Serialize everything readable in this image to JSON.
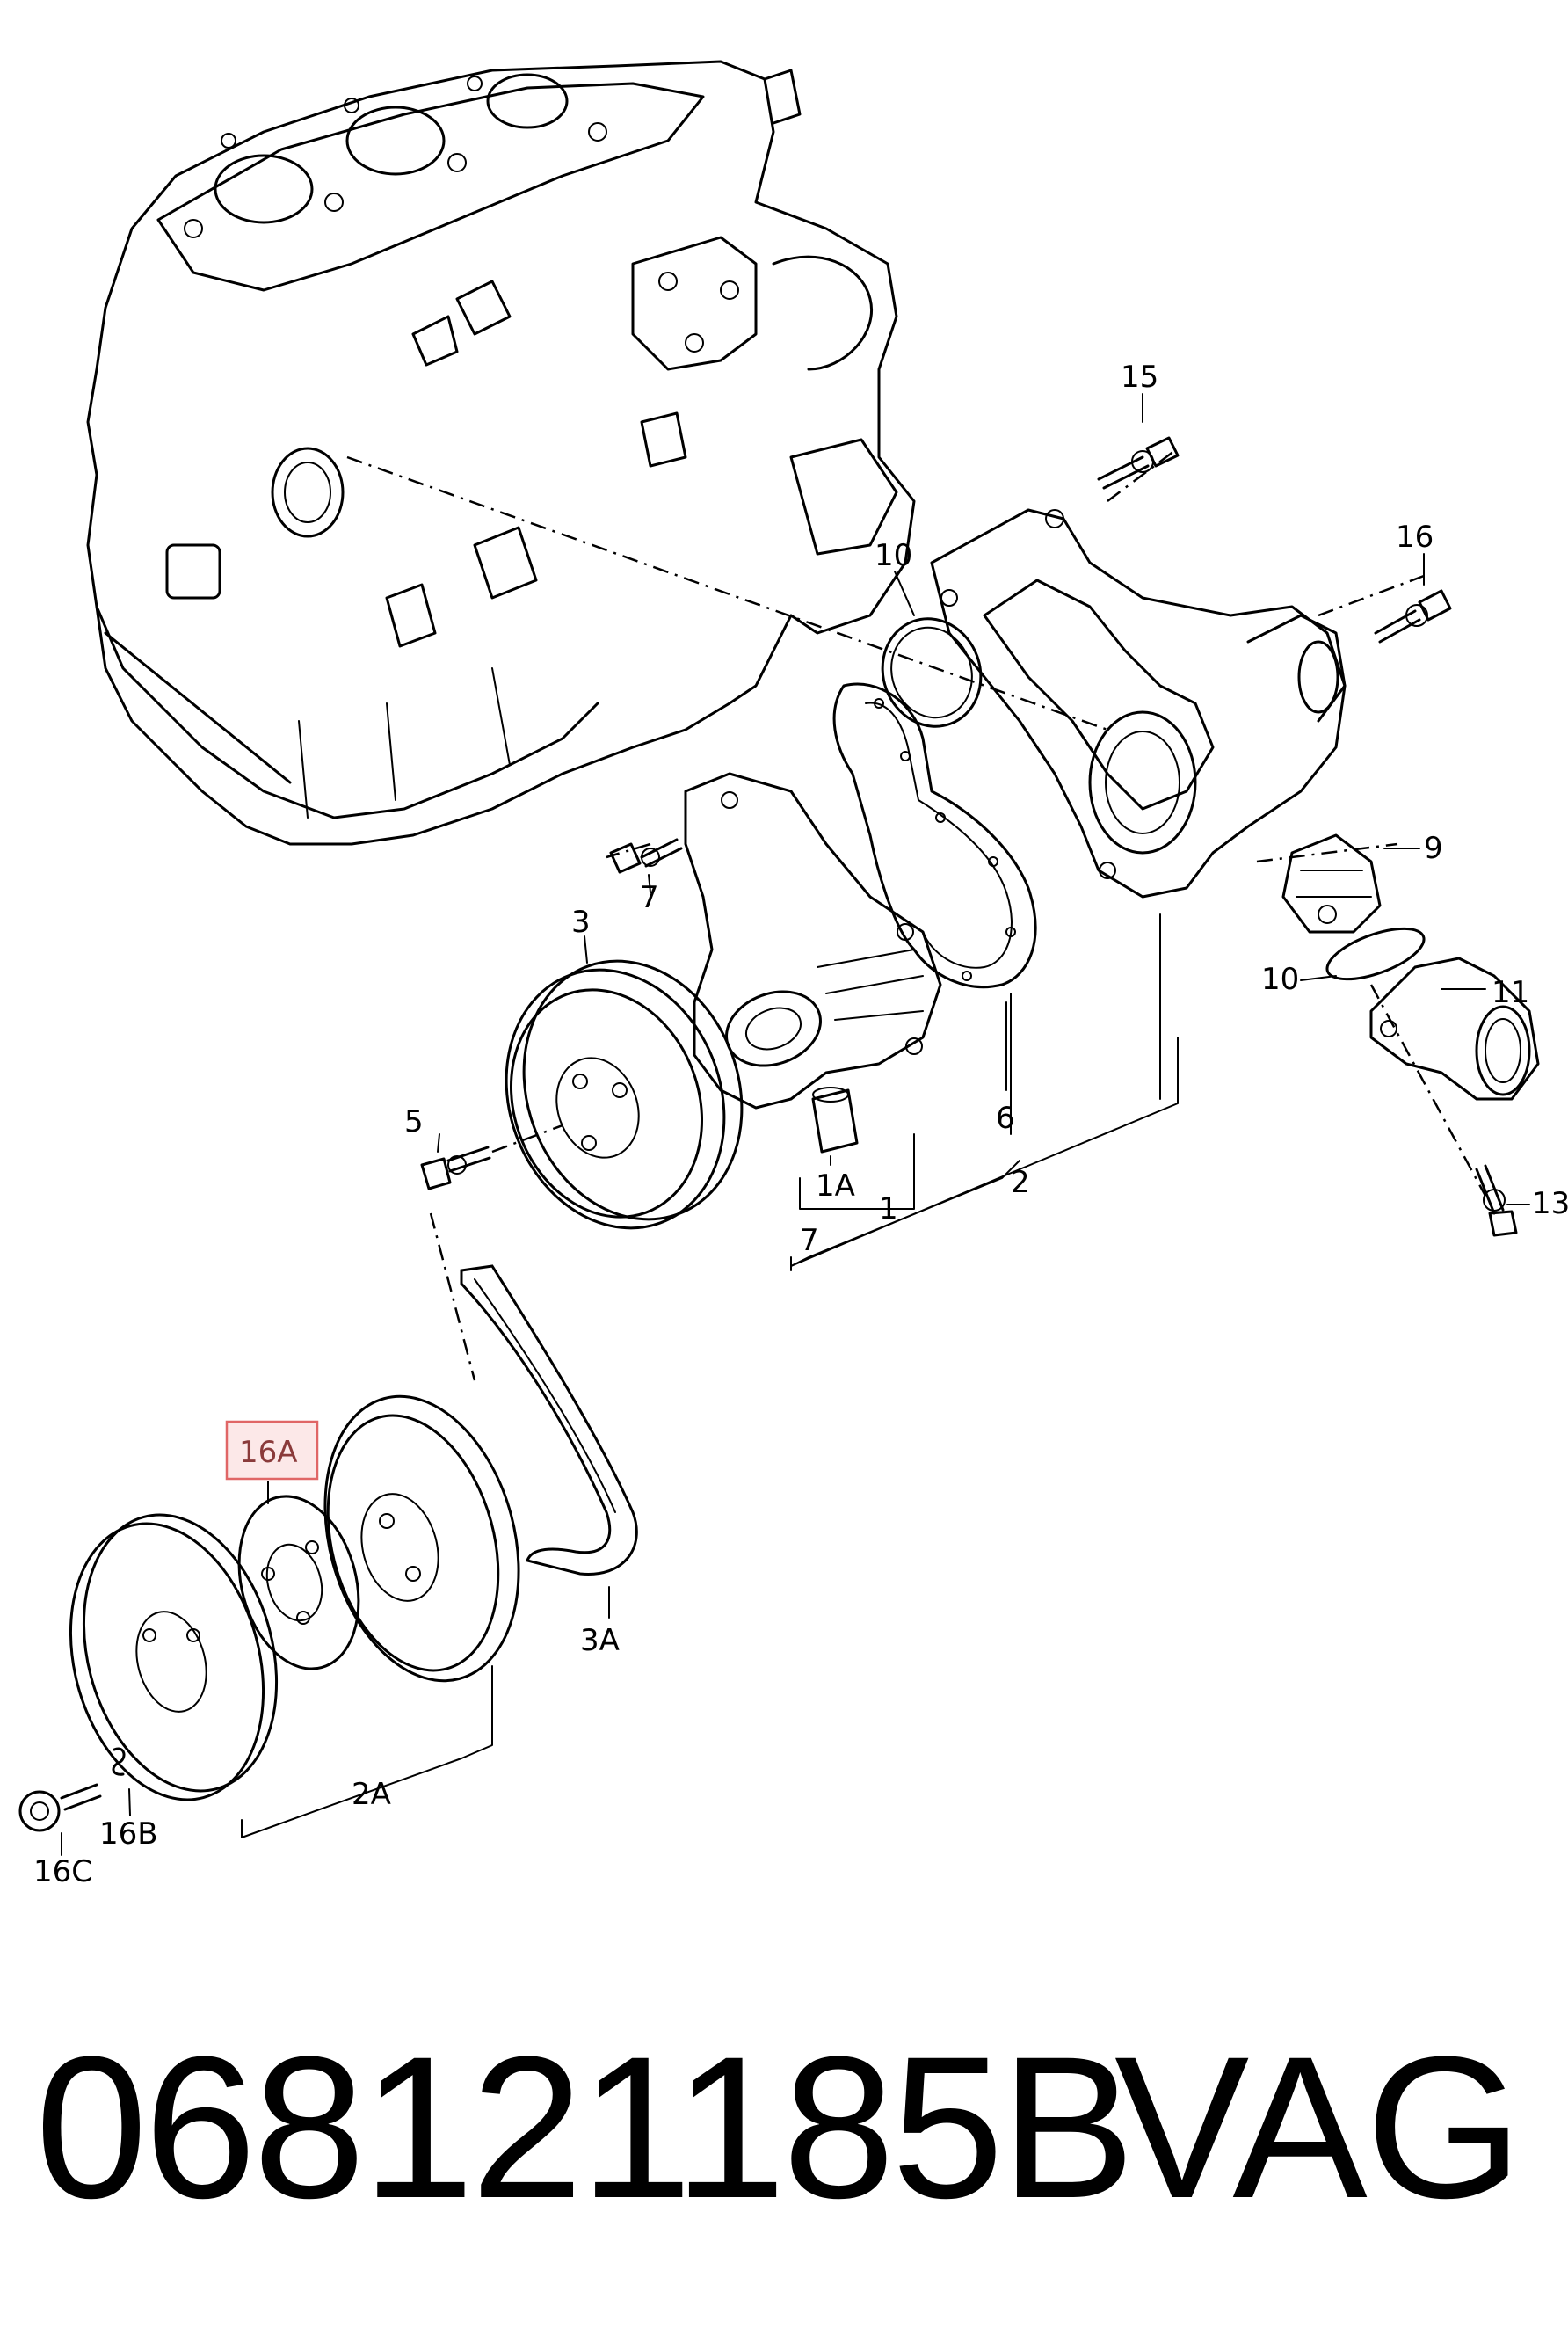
{
  "callouts": {
    "c15": "15",
    "c16": "16",
    "c10a": "10",
    "c9": "9",
    "c10b": "10",
    "c11": "11",
    "c13": "13",
    "c7a": "7",
    "c3": "3",
    "c5": "5",
    "c1A": "1A",
    "c1": "1",
    "c6": "6",
    "c2": "2",
    "c7b": "7",
    "c16A": "16A",
    "c3A": "3A",
    "c2A": "2A",
    "c16B": "16B",
    "c16C": "16C"
  },
  "highlight": {
    "callout": "16A",
    "color": "#e06666",
    "fill": "#fce8e8"
  },
  "caption": {
    "part_number": "068121185B",
    "brand": "VAG"
  }
}
